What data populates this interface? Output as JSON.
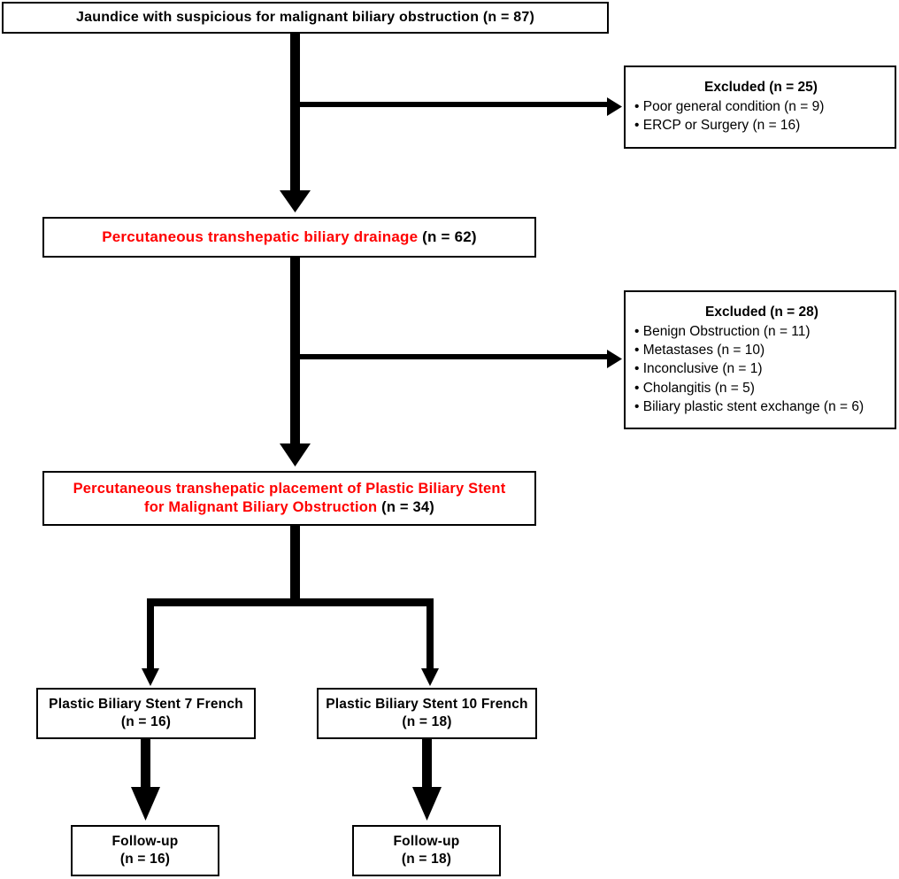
{
  "diagram": {
    "title": "Patient flow diagram for percutaneous transhepatic plastic biliary stent placement",
    "accent_color_primary": "#FF0000",
    "line_color": "#000000",
    "background": "#FFFFFF"
  },
  "nodes": {
    "jaundice": {
      "line1_main": "Jaundice with suspicious  for malignant biliary obstruction ",
      "line1_count": "(n = 87)"
    },
    "excluded_1": {
      "header": "Excluded (n = 25)",
      "items": [
        "• Poor general condition (n = 9)",
        "• ERCP or Surgery (n = 16)"
      ]
    },
    "ptbd": {
      "line1_main": "Percutaneous  transhepatic  biliary drainage ",
      "line1_count": "(n = 62)"
    },
    "excluded_2": {
      "header": "Excluded (n = 28)",
      "items": [
        "• Benign Obstruction (n = 11)",
        "• Metastases (n = 10)",
        "• Inconclusive (n = 1)",
        "• Cholangitis (n = 5)",
        "• Biliary plastic stent exchange (n = 6)"
      ]
    },
    "placement": {
      "line1": "Percutaneous  transhepatic  placement of Plastic  Biliary Stent",
      "line2_main": "for Malignant  Biliary Obstruction ",
      "line2_count": "(n = 34)"
    },
    "stent_7f": {
      "line1": "Plastic Biliary Stent 7 French",
      "line2": "(n = 16)"
    },
    "stent_10f": {
      "line1": "Plastic Biliary Stent 10 French",
      "line2": "(n = 18)"
    },
    "followup_left": {
      "line1": "Follow-up",
      "line2": "(n = 16)"
    },
    "followup_right": {
      "line1": "Follow-up",
      "line2": "(n = 18)"
    }
  },
  "chart_data": {
    "type": "table",
    "title": "Patient flow (CONSORT-style) diagram",
    "nodes": [
      {
        "id": "jaundice",
        "label": "Jaundice with suspicious for malignant biliary obstruction",
        "n": 87,
        "level": 0
      },
      {
        "id": "excluded_1",
        "label": "Excluded",
        "n": 25,
        "level": 0,
        "side": "right",
        "reasons": [
          {
            "label": "Poor general condition",
            "n": 9
          },
          {
            "label": "ERCP or Surgery",
            "n": 16
          }
        ]
      },
      {
        "id": "ptbd",
        "label": "Percutaneous transhepatic biliary drainage",
        "n": 62,
        "level": 1
      },
      {
        "id": "excluded_2",
        "label": "Excluded",
        "n": 28,
        "level": 1,
        "side": "right",
        "reasons": [
          {
            "label": "Benign Obstruction",
            "n": 11
          },
          {
            "label": "Metastases",
            "n": 10
          },
          {
            "label": "Inconclusive",
            "n": 1
          },
          {
            "label": "Cholangitis",
            "n": 5
          },
          {
            "label": "Biliary plastic stent exchange",
            "n": 6
          }
        ]
      },
      {
        "id": "placement",
        "label": "Percutaneous transhepatic placement of Plastic Biliary Stent for Malignant Biliary Obstruction",
        "n": 34,
        "level": 2
      },
      {
        "id": "stent_7f",
        "label": "Plastic Biliary Stent 7 French",
        "n": 16,
        "level": 3
      },
      {
        "id": "stent_10f",
        "label": "Plastic Biliary Stent 10 French",
        "n": 18,
        "level": 3
      },
      {
        "id": "followup_left",
        "label": "Follow-up",
        "n": 16,
        "level": 4
      },
      {
        "id": "followup_right",
        "label": "Follow-up",
        "n": 18,
        "level": 4
      }
    ],
    "edges": [
      {
        "from": "jaundice",
        "to": "excluded_1",
        "type": "exclusion"
      },
      {
        "from": "jaundice",
        "to": "ptbd",
        "type": "flow"
      },
      {
        "from": "ptbd",
        "to": "excluded_2",
        "type": "exclusion"
      },
      {
        "from": "ptbd",
        "to": "placement",
        "type": "flow"
      },
      {
        "from": "placement",
        "to": "stent_7f",
        "type": "split"
      },
      {
        "from": "placement",
        "to": "stent_10f",
        "type": "split"
      },
      {
        "from": "stent_7f",
        "to": "followup_left",
        "type": "flow"
      },
      {
        "from": "stent_10f",
        "to": "followup_right",
        "type": "flow"
      }
    ]
  }
}
